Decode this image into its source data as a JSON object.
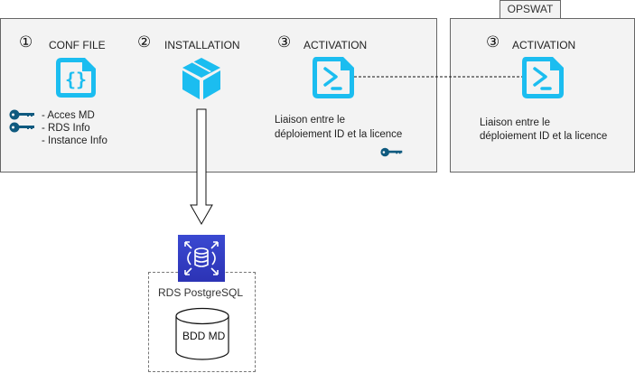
{
  "colors": {
    "panel_fill": "#f3f3f3",
    "border": "#666666",
    "icon_blue": "#1bbdf0",
    "key_blue": "#0f5a7f",
    "rds_blue_top": "#3a49d1",
    "rds_blue_bottom": "#2c33b5"
  },
  "main_panel": {
    "steps": [
      {
        "number": "①",
        "title": "CONF FILE",
        "icon": "json-file-icon"
      },
      {
        "number": "②",
        "title": "INSTALLATION",
        "icon": "package-box-icon"
      },
      {
        "number": "③",
        "title": "ACTIVATION",
        "icon": "terminal-file-icon",
        "description": [
          "Liaison entre le",
          "déploiement ID et la licence"
        ]
      }
    ],
    "conf_items": [
      "- Acces MD",
      "- RDS Info",
      "- Instance Info"
    ]
  },
  "opswat_panel": {
    "tab_label": "OPSWAT",
    "step": {
      "number": "③",
      "title": "ACTIVATION",
      "icon": "terminal-file-icon",
      "description": [
        "Liaison entre le",
        "déploiement ID et la licence"
      ]
    }
  },
  "rds": {
    "label": "RDS PostgreSQL",
    "database_label": "BDD MD",
    "icon": "aws-rds-icon"
  },
  "connectors": [
    {
      "from": "main-activation",
      "to": "opswat-activation",
      "style": "dashed"
    },
    {
      "from": "installation",
      "to": "rds",
      "style": "hollow-arrow"
    }
  ]
}
